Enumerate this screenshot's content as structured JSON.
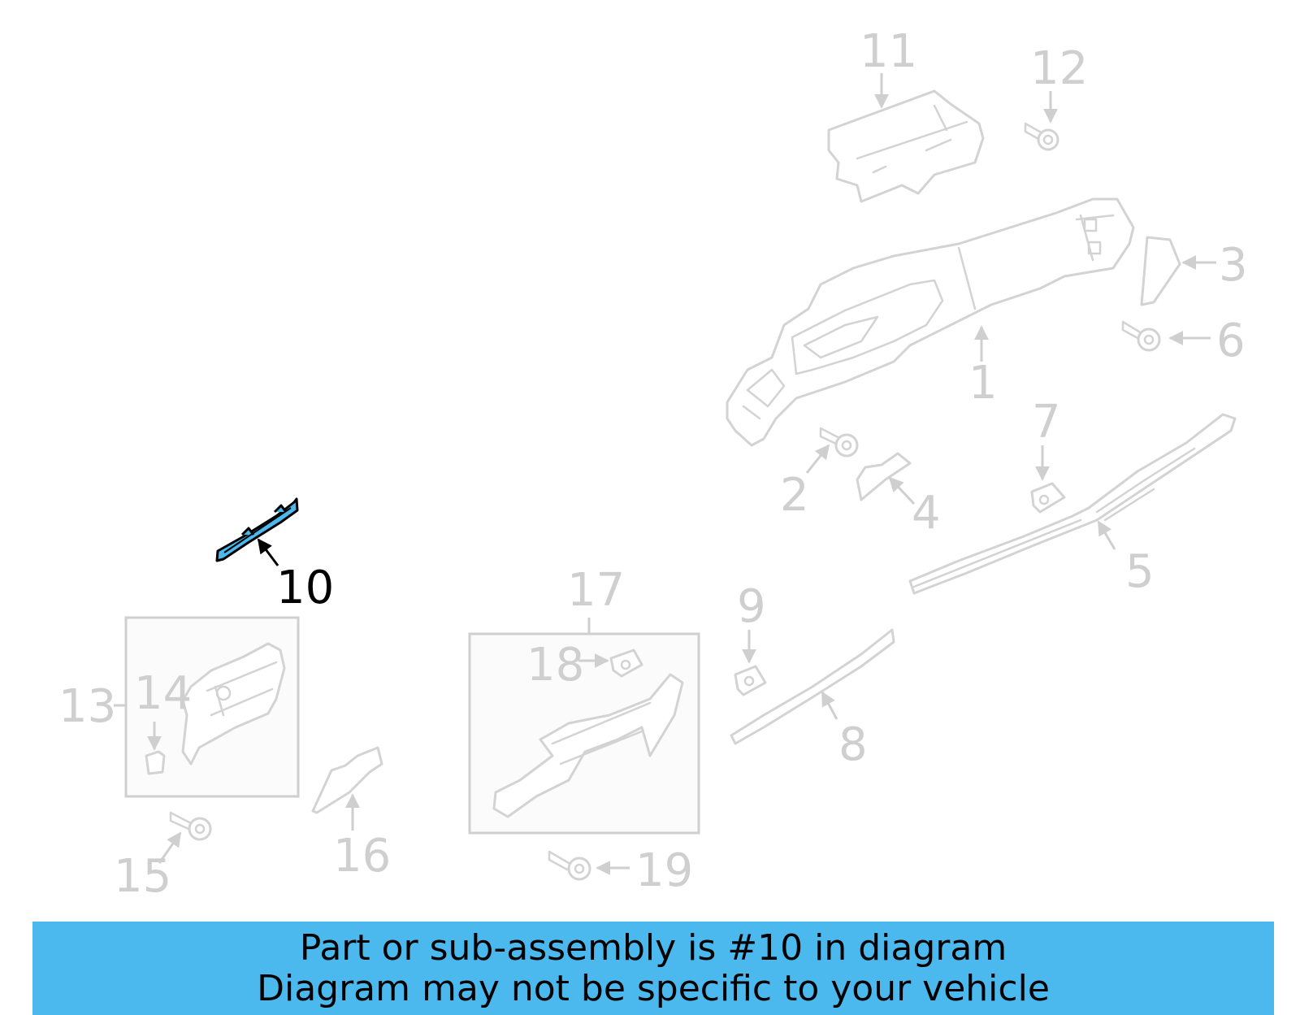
{
  "callouts": {
    "c1": "1",
    "c2": "2",
    "c3": "3",
    "c4": "4",
    "c5": "5",
    "c6": "6",
    "c7": "7",
    "c8": "8",
    "c9": "9",
    "c10": "10",
    "c11": "11",
    "c12": "12",
    "c13": "13",
    "c14": "14",
    "c15": "15",
    "c16": "16",
    "c17": "17",
    "c18": "18",
    "c19": "19"
  },
  "highlighted_callout": "10",
  "banner": {
    "line1": "Part or sub-assembly is #10 in diagram",
    "line2": "Diagram may not be specific to your vehicle"
  },
  "colors": {
    "highlight": "#4cb9ee",
    "faded": "#d3d3d3",
    "banner_bg": "#4cb9ee"
  }
}
